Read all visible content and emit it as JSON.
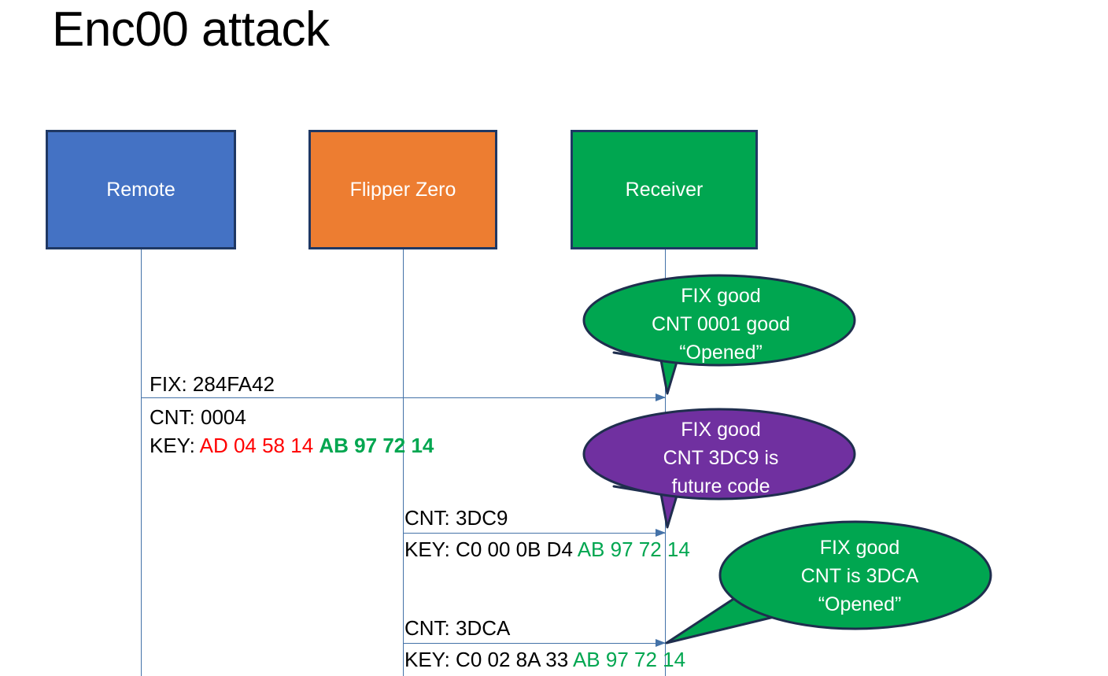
{
  "slide": {
    "title": "Enc00 attack",
    "background": "#ffffff"
  },
  "colors": {
    "remote_fill": "#4472c4",
    "flipper_fill": "#ed7d31",
    "receiver_fill": "#00a650",
    "box_border": "#1f3864",
    "lifeline": "#4472a8",
    "bubble_green": "#00a650",
    "bubble_purple": "#7030a0",
    "bubble_border": "#1f2e4e",
    "hex_red": "#ff0000",
    "hex_green": "#00a650",
    "text_black": "#000000",
    "text_white": "#ffffff"
  },
  "actors": [
    {
      "id": "remote",
      "label": "Remote"
    },
    {
      "id": "flipper",
      "label": "Flipper Zero"
    },
    {
      "id": "receiver",
      "label": "Receiver"
    }
  ],
  "messages": [
    {
      "id": "msg-1",
      "from": "remote",
      "to": "receiver",
      "label_above": "FIX: 284FA42",
      "label_below_line1": "CNT: 0004",
      "key_prefix": "KEY: ",
      "key_part_a": "AD 04 58 14",
      "key_part_b": "AB 97 72 14"
    },
    {
      "id": "msg-2",
      "from": "flipper",
      "to": "receiver",
      "label_above": "CNT: 3DC9",
      "key_prefix": "KEY: ",
      "key_part_a": "C0 00 0B D4",
      "key_part_b": "AB 97 72 14"
    },
    {
      "id": "msg-3",
      "from": "flipper",
      "to": "receiver",
      "label_above": "CNT: 3DCA",
      "key_prefix": "KEY: ",
      "key_part_a": "C0 02 8A 33",
      "key_part_b": "AB 97 72 14"
    }
  ],
  "callouts": [
    {
      "id": "callout-1",
      "color_name": "green",
      "line1": "FIX good",
      "line2": "CNT 0001 good",
      "line3": "“Opened”"
    },
    {
      "id": "callout-2",
      "color_name": "purple",
      "line1": "FIX good",
      "line2": "CNT 3DC9 is",
      "line3": "future code"
    },
    {
      "id": "callout-3",
      "color_name": "green",
      "line1": "FIX good",
      "line2": "CNT is 3DCA",
      "line3": "“Opened”"
    }
  ]
}
